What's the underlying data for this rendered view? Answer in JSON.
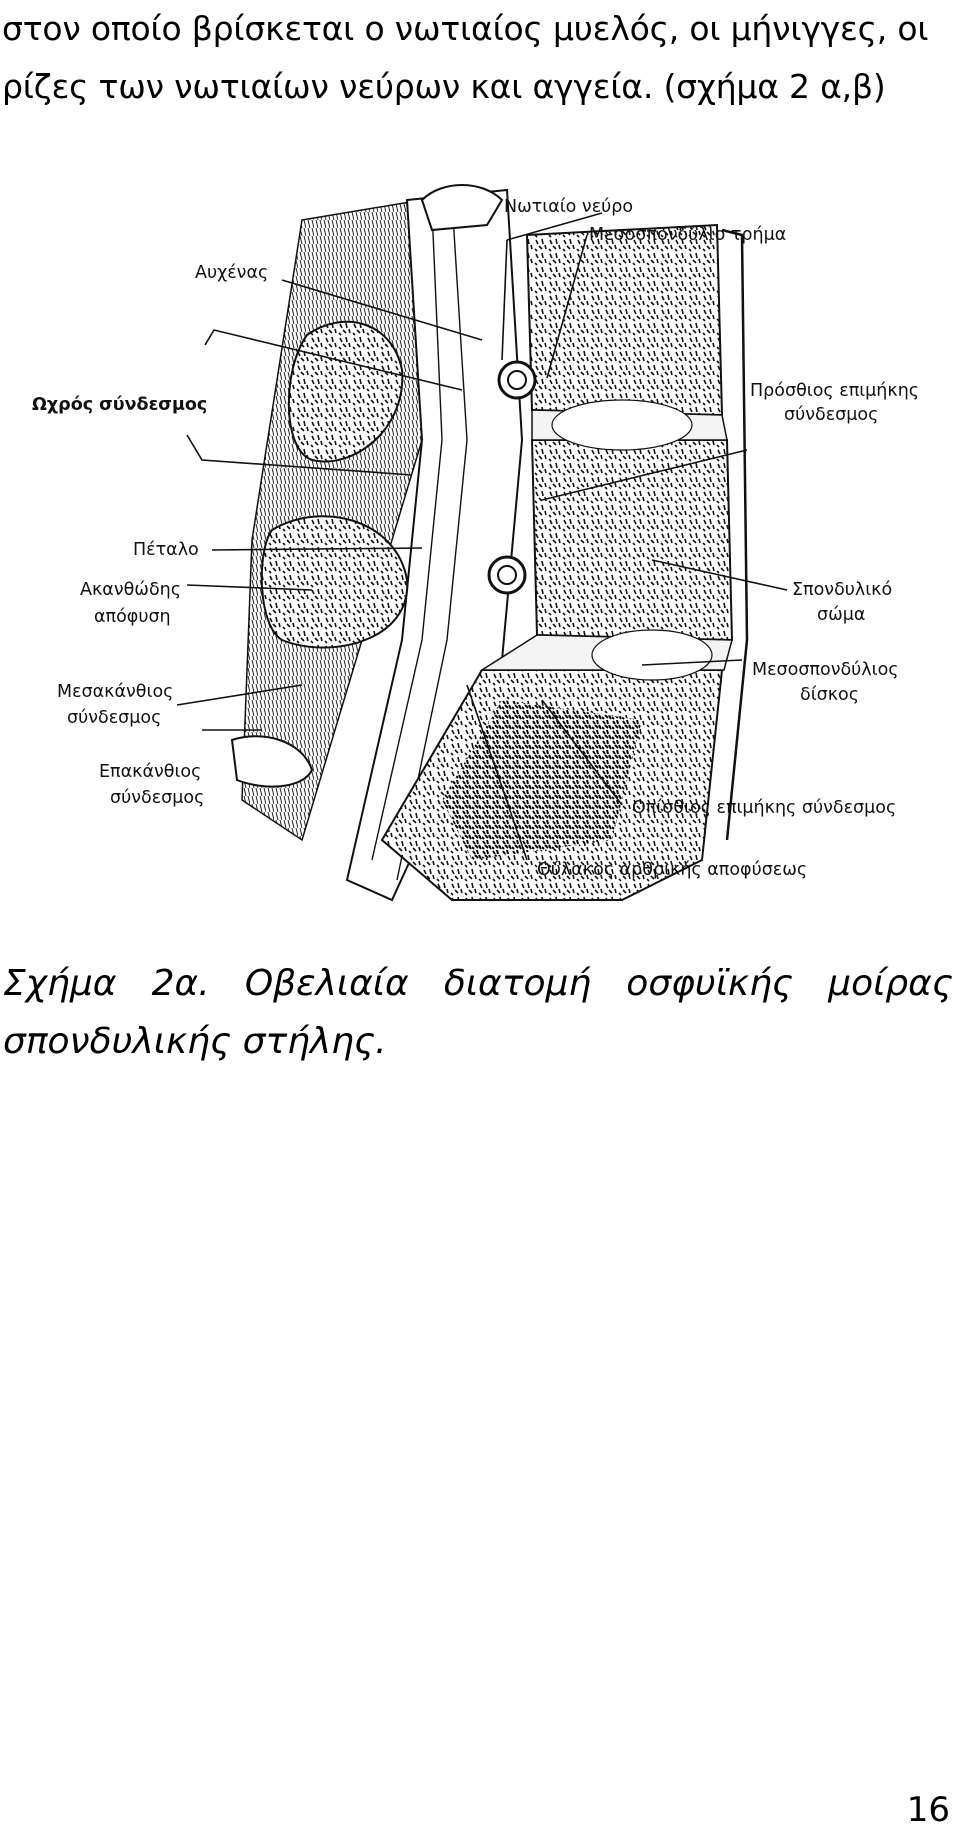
{
  "intro": {
    "line1": "στον οποίο βρίσκεται ο νωτιαίος μυελός, οι μήνιγγες, οι",
    "line2": "ρίζες των νωτιαίων νεύρων και αγγεία. (σχήμα 2 α,β)"
  },
  "figure": {
    "labels": {
      "spinal_nerve": "Νωτιαίο νεύρο",
      "intervertebral_foramen": "Μεσοσπονδύλιο τρήμα",
      "pedicle": "Αυχένας",
      "ligamentum_flavum": "Ωχρός σύνδεσμος",
      "anterior_longitudinal_1": "Πρόσθιος επιμήκης",
      "anterior_longitudinal_2": "σύνδεσμος",
      "lamina": "Πέταλο",
      "spinous_process_1": "Ακανθώδης",
      "spinous_process_2": "απόφυση",
      "vertebral_body_1": "Σπονδυλικό",
      "vertebral_body_2": "σώμα",
      "interspinous_1": "Μεσακάνθιος",
      "interspinous_2": "σύνδεσμος",
      "supraspinous_1": "Επακάνθιος",
      "supraspinous_2": "σύνδεσμος",
      "disc_1": "Μεσοσπονδύλιος",
      "disc_2": "δίσκος",
      "posterior_longitudinal": "Οπίσθιος επιμήκης σύνδεσμος",
      "facet_capsule": "Θύλακος αρθρικής αποφύσεως"
    }
  },
  "caption": {
    "w1": "Σχήμα",
    "w2": "2α.",
    "w3": "Οβελιαία",
    "w4": "διατομή",
    "w5": "οσφυϊκής",
    "w6": "μοίρας",
    "line2": "σπονδυλικής στήλης."
  },
  "page_number": "16"
}
